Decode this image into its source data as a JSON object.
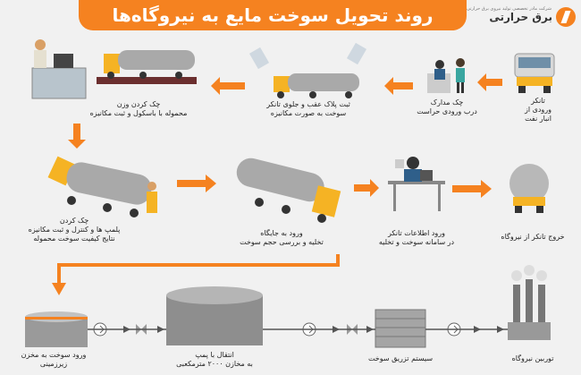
{
  "header": {
    "title": "روند تحویل سوخت مایع به نیروگاه‌ها",
    "logo_text": "برق حرارتی",
    "logo_subtext": "شرکت مادر تخصصی تولید نیروی برق حرارتی"
  },
  "steps": {
    "tanker_from_depot": [
      "تانکر",
      "ورودی از",
      "انبار نفت"
    ],
    "document_check": [
      "چک مدارک",
      "درب ورودی حراست"
    ],
    "plate_registration": [
      "ثبت پلاک عقب و جلوی تانکر",
      "سوخت به صورت مکانیزه"
    ],
    "weight_check": [
      "چک کردن وزن",
      "محموله با باسکول و ثبت مکانیزه"
    ],
    "seal_check": [
      "چک کردن",
      "پلمپ ها و کنترل و ثبت مکانیزه",
      "نتایج کیفیت سوخت محموله"
    ],
    "entry_to_bay": [
      "ورود به جایگاه",
      "تخلیه و بررسی حجم سوخت"
    ],
    "data_entry": [
      "ورود اطلاعات تانکر",
      "در سامانه سوخت و تخلیه"
    ],
    "tanker_exit": [
      "خروج تانکر از نیروگاه"
    ],
    "underground_tank": [
      "ورود سوخت به مخزن",
      "زیرزمینی"
    ],
    "pump_transfer": [
      "انتقال با پمپ",
      "به مخازن ۲۰۰۰ مترمکعبی"
    ],
    "injection_system": [
      "سیستم تزریق سوخت"
    ],
    "power_turbine": [
      "توربین نیروگاه"
    ]
  },
  "colors": {
    "accent": "#f58220",
    "banner_text": "#ffffff",
    "background": "#f1f1f1"
  }
}
